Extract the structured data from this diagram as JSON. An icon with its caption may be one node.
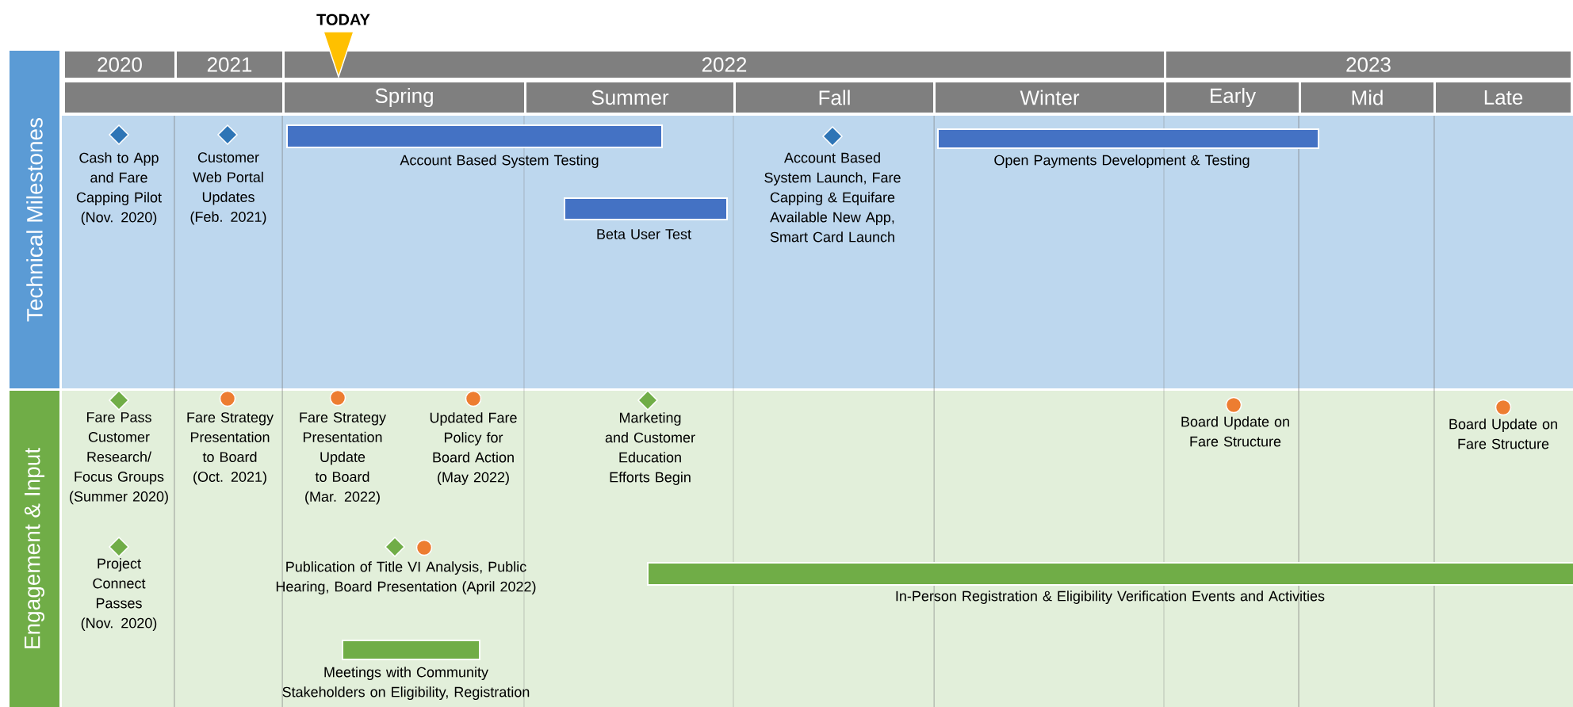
{
  "diagram": {
    "nodes": [
      {
        "text": [
          "2020"
        ]
      },
      {
        "text": [
          "2021"
        ]
      },
      {
        "text": [
          "2022"
        ]
      },
      {
        "text": [
          "2023"
        ]
      },
      {
        "text": [],
        "shape": "box"
      },
      {
        "text": [
          "Spring"
        ]
      },
      {
        "text": [
          "Summer"
        ]
      },
      {
        "text": [
          "Fall"
        ]
      },
      {
        "text": [
          "Winter"
        ]
      },
      {
        "text": [
          "Early"
        ]
      },
      {
        "text": [
          "Mid"
        ]
      },
      {
        "text": [
          "Late"
        ]
      },
      {
        "text": [
          "Technical Milestones"
        ]
      },
      {
        "text": [
          "Cash to App and Fare Capping Pilot (Nov. 2020)"
        ]
      },
      {
        "text": [
          "Customer Web Portal Updates (Feb. 2021)"
        ]
      },
      {
        "text": [
          "Account Based System Testing"
        ]
      },
      {
        "text": [
          "Beta User Test"
        ]
      },
      {
        "text": [
          "Account Based System Launch, Fare Capping & Equifare Available New App, Smart Card Launch"
        ]
      },
      {
        "text": [
          "Open Payments Development & Testing"
        ]
      },
      {
        "text": [
          "Engagement & Input"
        ]
      },
      {
        "text": [
          "Fare Pass Customer Research/ Focus Groups (Summer 2020)"
        ]
      },
      {
        "text": [
          "Fare Strategy Presentation to Board (Oct. 2021)"
        ]
      },
      {
        "text": [
          "Fare Strategy Presentation Update to Board (Mar. 2022)"
        ]
      },
      {
        "text": [
          "Updated Fare Policy for Board Action (May 2022)"
        ]
      },
      {
        "text": [
          "Marketing and Customer Education Efforts Begin"
        ]
      },
      {
        "text": [
          "Board Update on Fare Structure"
        ]
      },
      {
        "text": [
          "Board Update on Fare Structure"
        ]
      },
      {
        "text": [
          "Project Connect Passes (Nov. 2020)"
        ]
      },
      {
        "text": [
          "Publication of Title VI Analysis, Public Hearing, Board Presentation (April 2022)"
        ]
      },
      {
        "text": [
          "In-Person Registration & Eligibility Verification Events and Activities"
        ]
      },
      {
        "text": [
          "Meetings with Community Stakeholders on Eligibility, Registration"
        ]
      }
    ],
    "labels": [
      "TODAY"
    ]
  }
}
